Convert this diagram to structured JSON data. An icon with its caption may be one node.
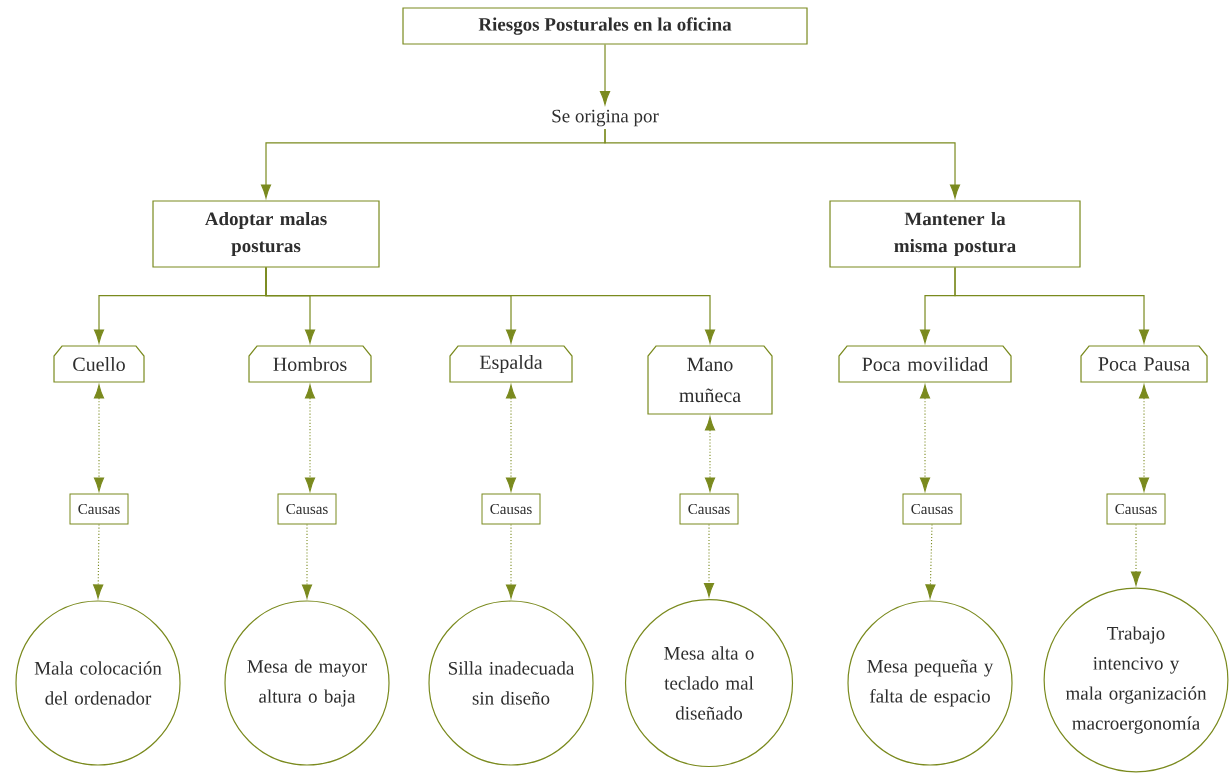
{
  "diagram": {
    "nodes": [
      {
        "text": [
          "Riesgos Posturales en la oficina"
        ]
      },
      {
        "text": [
          "Se origina por"
        ]
      },
      {
        "text": [
          "Adoptar malas posturas"
        ]
      },
      {
        "text": [
          "Mantener la misma postura"
        ]
      },
      {
        "text": [
          "Cuello"
        ]
      },
      {
        "text": [
          "Hombros"
        ]
      },
      {
        "text": [
          "Espalda"
        ]
      },
      {
        "text": [
          "Mano muñeca"
        ]
      },
      {
        "text": [
          "Poca movilidad"
        ]
      },
      {
        "text": [
          "Poca Pausa"
        ]
      },
      {
        "text": [
          "Causas"
        ]
      },
      {
        "text": [
          "Causas"
        ]
      },
      {
        "text": [
          "Causas"
        ]
      },
      {
        "text": [
          "Causas"
        ]
      },
      {
        "text": [
          "Causas"
        ]
      },
      {
        "text": [
          "Causas"
        ]
      },
      {
        "text": [
          "Mala colocación del ordenador"
        ]
      },
      {
        "text": [
          "Mesa de mayor altura o baja"
        ]
      },
      {
        "text": [
          "Silla inadecuada sin diseño"
        ]
      },
      {
        "text": [
          "Mesa alta o teclado mal diseñado"
        ]
      },
      {
        "text": [
          "Mesa pequeña y falta de espacio"
        ]
      },
      {
        "text": [
          "Trabajo intencivo y mala organización macroergonomía"
        ]
      }
    ],
    "edges": [
      {
        "from": 0,
        "to": 1,
        "arrow": "to"
      },
      {
        "from": 1,
        "to": 2,
        "arrow": "to"
      },
      {
        "from": 1,
        "to": 3,
        "arrow": "to"
      },
      {
        "from": 2,
        "to": 4,
        "arrow": "to"
      },
      {
        "from": 2,
        "to": 5,
        "arrow": "to"
      },
      {
        "from": 2,
        "to": 6,
        "arrow": "to"
      },
      {
        "from": 2,
        "to": 7,
        "arrow": "to"
      },
      {
        "from": 3,
        "to": 8,
        "arrow": "to"
      },
      {
        "from": 3,
        "to": 9,
        "arrow": "to"
      },
      {
        "from": 4,
        "to": 10,
        "arrow": "both",
        "style": "dashed"
      },
      {
        "from": 5,
        "to": 11,
        "arrow": "both",
        "style": "dashed"
      },
      {
        "from": 6,
        "to": 12,
        "arrow": "both",
        "style": "dashed"
      },
      {
        "from": 7,
        "to": 13,
        "arrow": "both",
        "style": "dashed"
      },
      {
        "from": 8,
        "to": 14,
        "arrow": "both",
        "style": "dashed"
      },
      {
        "from": 9,
        "to": 15,
        "arrow": "both",
        "style": "dashed"
      },
      {
        "from": 10,
        "to": 16,
        "arrow": "to",
        "style": "dashed"
      },
      {
        "from": 11,
        "to": 17,
        "arrow": "to",
        "style": "dashed"
      },
      {
        "from": 12,
        "to": 18,
        "arrow": "to",
        "style": "dashed"
      },
      {
        "from": 13,
        "to": 19,
        "arrow": "to",
        "style": "dashed"
      },
      {
        "from": 14,
        "to": 20,
        "arrow": "to",
        "style": "dashed"
      },
      {
        "from": 15,
        "to": 21,
        "arrow": "to",
        "style": "dashed"
      }
    ]
  }
}
